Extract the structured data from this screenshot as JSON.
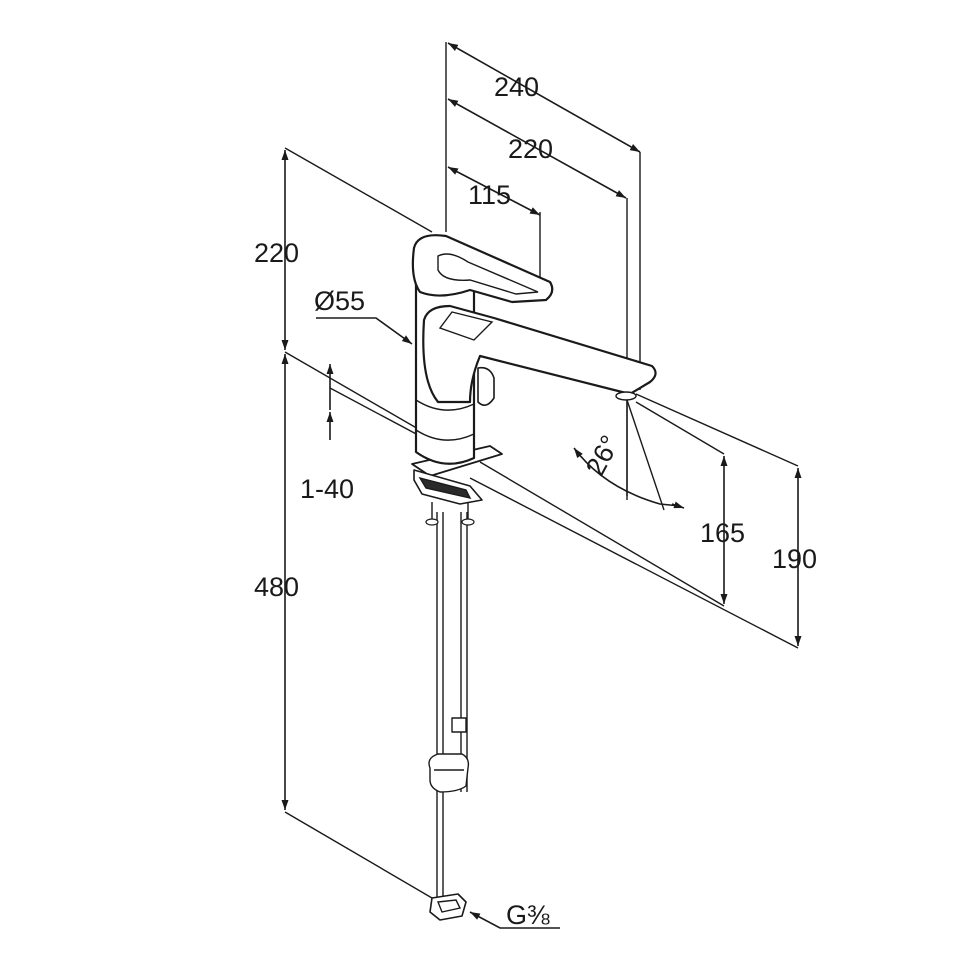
{
  "dimensions": {
    "overall_reach": "240",
    "spout_reach": "220",
    "lever_reach": "115",
    "total_height": "220",
    "body_diameter": "Ø55",
    "mounting_thickness": "1-40",
    "hose_length": "480",
    "swivel_angle": "26°",
    "spout_outlet_height": "165",
    "spout_top_height": "190",
    "connection_thread": "G⅜"
  },
  "colors": {
    "line": "#1a1a1a",
    "background": "#ffffff"
  }
}
